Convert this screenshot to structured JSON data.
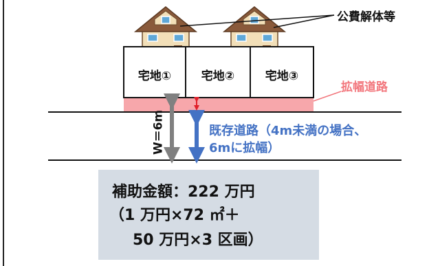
{
  "callout": {
    "label": "公費解体等"
  },
  "lots": [
    {
      "label": "宅地①"
    },
    {
      "label": "宅地②"
    },
    {
      "label": "宅地③"
    }
  ],
  "widened_road": {
    "label": "拡幅道路",
    "color": "#f7a7ab",
    "text_color": "#f2777d"
  },
  "width_marker": {
    "label": "W＝6m",
    "color": "#808080"
  },
  "existing_road": {
    "line1": "既存道路（4m未満の場合、",
    "line2": "6mに拡幅）",
    "color": "#4472c4"
  },
  "summary": {
    "line1": "補助金額：222 万円",
    "line2": "（1 万円×72 ㎡＋",
    "line3": "50 万円×3 区画）",
    "background": "#d5dce4"
  },
  "icons": [
    "house-icon",
    "house-icon",
    "double-arrow-icon"
  ]
}
